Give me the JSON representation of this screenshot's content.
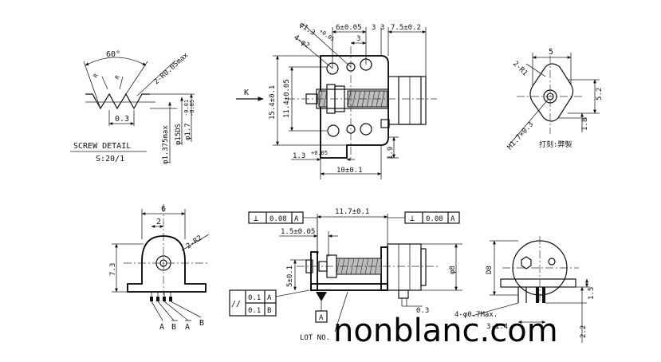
{
  "screw_detail": {
    "angle": "60°",
    "radius": "2-R0.05max",
    "pitch": "0.3",
    "dia_minor": "φ1.375max",
    "dia_mid": "φ15DS",
    "dia_major": "φ1.7",
    "dia_major_tol_top": "-0.01",
    "dia_major_tol_bot": "-0.05",
    "title": "SCREW DETAIL",
    "scale": "S:20/1"
  },
  "top_view": {
    "hole_dia": "φ1.3",
    "hole_dia_tol": "+0.05",
    "holes_two": "4-φ2",
    "pitch_6": "6±0.05",
    "dim_3_a": "3",
    "dim_3_b": "3",
    "dim_3_c": "3",
    "dim_7_5": "7.5±0.2",
    "height_15_4": "15.4±0.1",
    "height_11_4": "11.4±0.05",
    "view_label": "K",
    "dim_1_3": "1.3",
    "dim_1_3_tol": "+0.05",
    "dim_10": "10±0.1",
    "dim_1_9": "1.9"
  },
  "end_view": {
    "width_5": "5",
    "radius": "2-R1",
    "height_5_2": "5.2",
    "dim_1_8": "1.8",
    "thread": "M1.7×0.3",
    "note": "打刻:弊製"
  },
  "side_view": {
    "width_6": "6",
    "dim_2": "2",
    "radius": "2-R2",
    "height_7_3": "7.3",
    "pin_a1": "A",
    "pin_b1": "B",
    "pin_a2": "A",
    "pin_b2": "B"
  },
  "front_view": {
    "perp_sym_left": "⊥",
    "perp_tol_left": "0.08",
    "perp_datum_left": "A",
    "length_11_7": "11.7±0.1",
    "perp_sym_right": "⊥",
    "perp_tol_right": "0.08",
    "perp_datum_right": "A",
    "dim_1_5": "1.5±0.05",
    "dim_5": "5±0.1",
    "dia_8": "φ8",
    "par_sym": "//",
    "par_tol_1": "0.1",
    "par_datum_1": "A",
    "par_tol_2": "0.1",
    "par_datum_2": "B",
    "datum_label": "A",
    "lot_no": "LOT NO.",
    "dim_0_3": "0.3"
  },
  "terminal_view": {
    "dia_8": "D8",
    "pins": "4-φ0.7Max.",
    "pitch": "3-1.4",
    "dim_1_5": "1.5",
    "dim_2_2": "2.2"
  },
  "watermark": "nonblanc.com"
}
